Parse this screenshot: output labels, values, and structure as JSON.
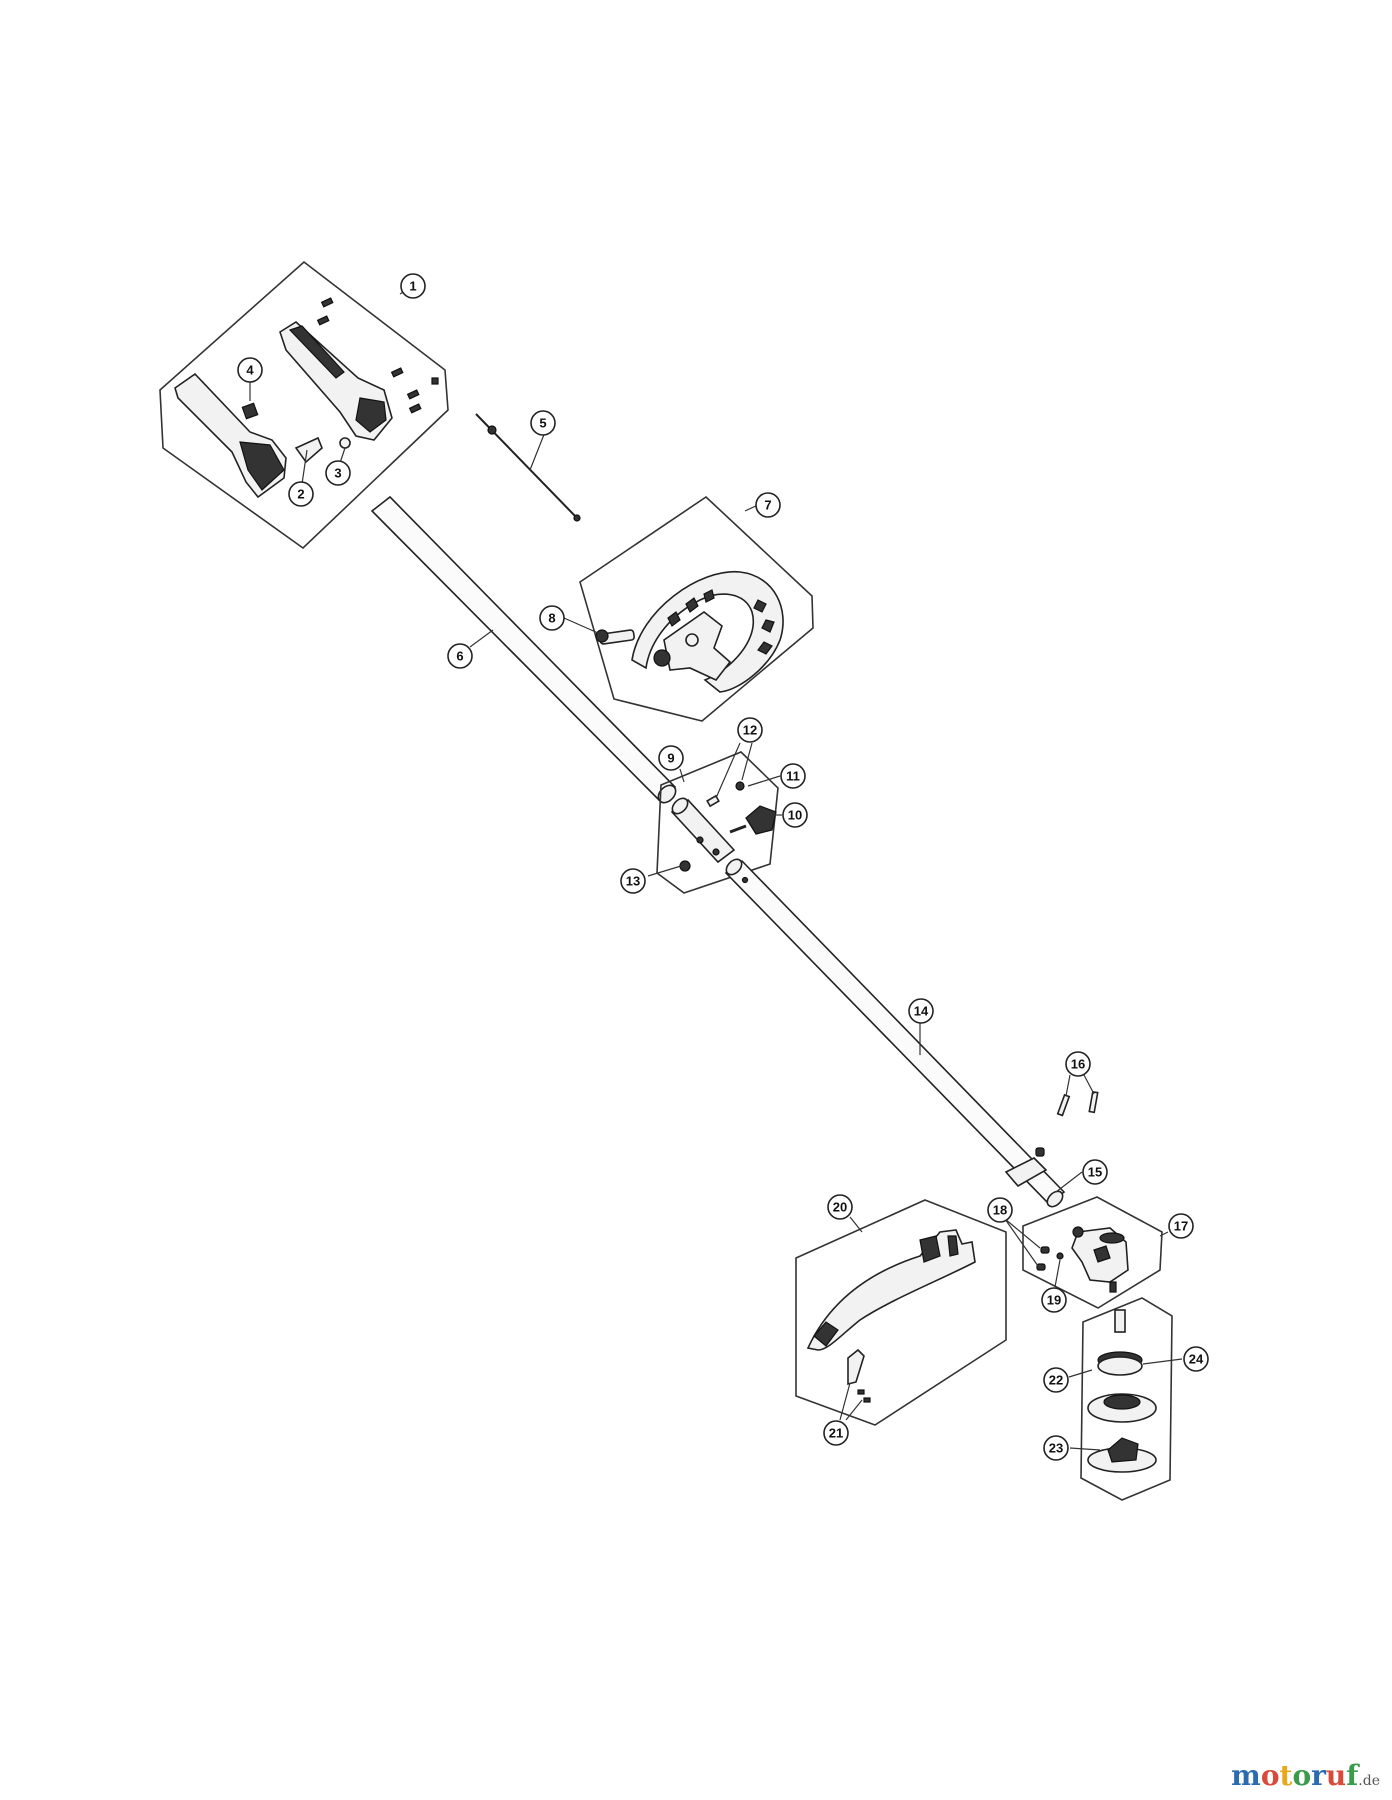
{
  "callouts": {
    "c1": "1",
    "c2": "2",
    "c3": "3",
    "c4": "4",
    "c5": "5",
    "c6": "6",
    "c7": "7",
    "c8": "8",
    "c9": "9",
    "c10": "10",
    "c11": "11",
    "c12": "12",
    "c13": "13",
    "c14": "14",
    "c15": "15",
    "c16": "16",
    "c17": "17",
    "c18": "18",
    "c19": "19",
    "c20": "20",
    "c21": "21",
    "c22": "22",
    "c23": "23",
    "c24": "24"
  },
  "watermark": {
    "letters": [
      "m",
      "o",
      "t",
      "o",
      "r",
      "u",
      "f"
    ],
    "letter_colors": [
      "#2b6cb0",
      "#d94a3a",
      "#e8a81e",
      "#3a9b4a",
      "#2b6cb0",
      "#d94a3a",
      "#3a9b4a"
    ],
    "tld": ".de"
  }
}
